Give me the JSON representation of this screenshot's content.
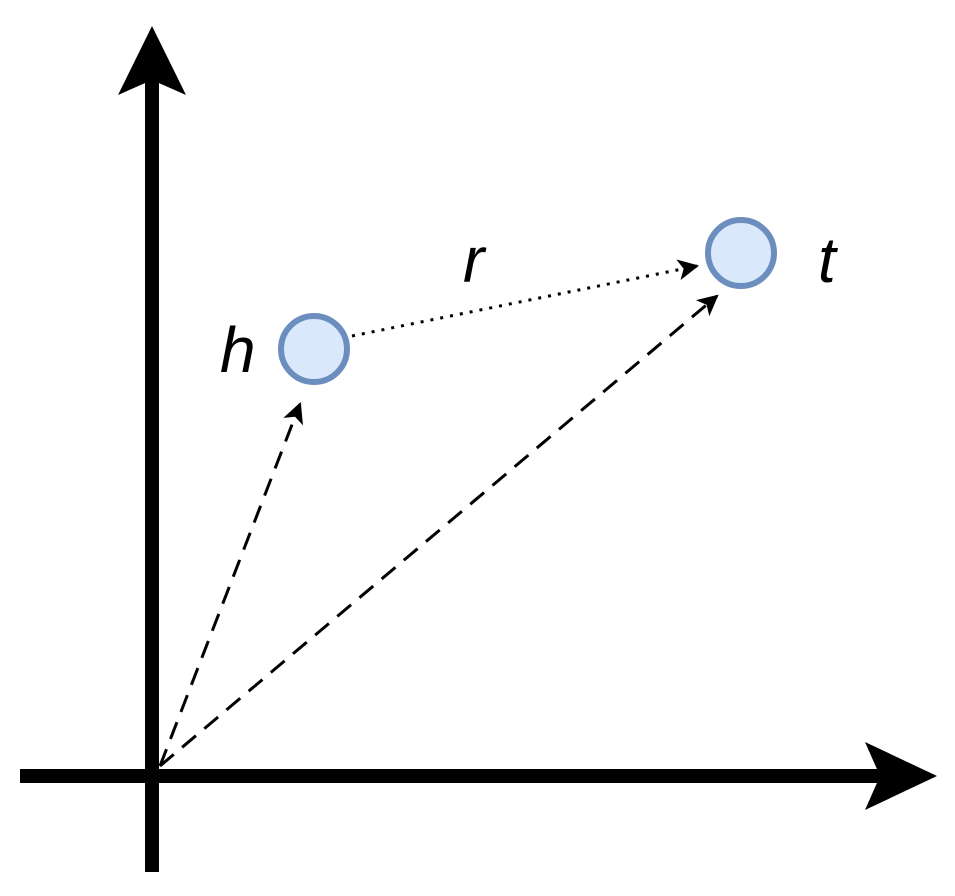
{
  "diagram": {
    "nodes": {
      "head": {
        "label": "h"
      },
      "tail": {
        "label": "t"
      }
    },
    "relation": {
      "label": "r"
    }
  },
  "colors": {
    "axis": "#000000",
    "node_fill": "#dae8fc",
    "node_stroke": "#6c8ebf",
    "arrow": "#000000"
  },
  "icons": {
    "axis_arrowhead": "triangle-arrowhead",
    "vector_arrowhead": "small-triangle-arrowhead"
  }
}
